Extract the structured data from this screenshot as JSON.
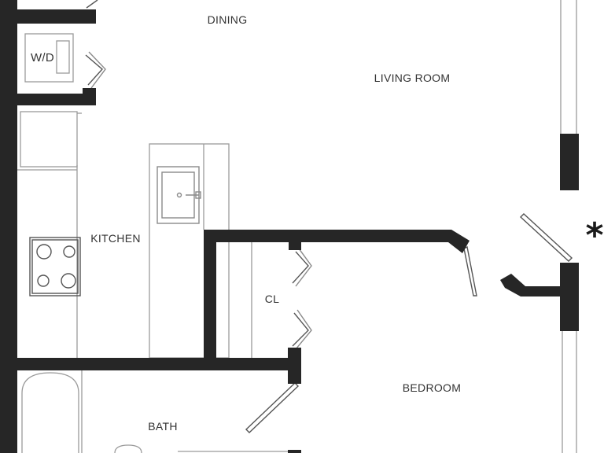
{
  "rooms": {
    "dining": "DINING",
    "living_room": "LIVING ROOM",
    "washer_dryer": "W/D",
    "kitchen": "KITCHEN",
    "closet": "CL",
    "bedroom": "BEDROOM",
    "bath": "BATH"
  },
  "marker": "*",
  "colors": {
    "wall": "#262626",
    "line": "#9a9a9a",
    "background": "#ffffff"
  }
}
